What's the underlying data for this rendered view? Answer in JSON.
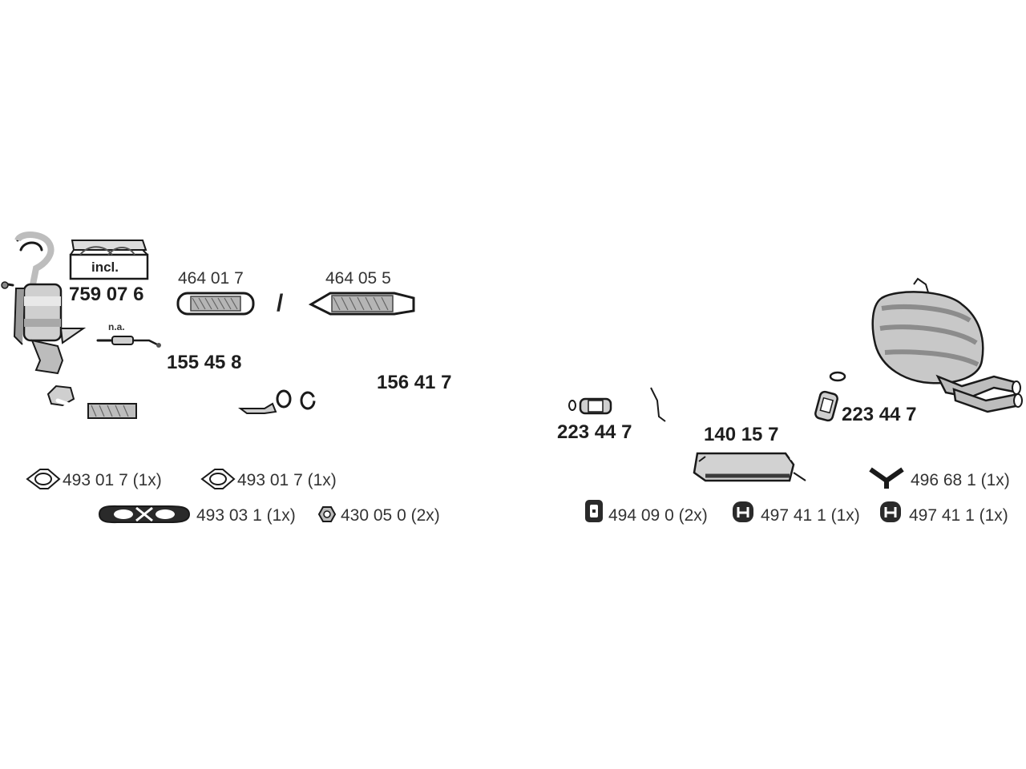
{
  "parts": {
    "kit_incl_label": "incl.",
    "kit_number": "759 07 6",
    "flex_pipe_a": "464 01 7",
    "separator": "/",
    "flex_pipe_b": "464 05 5",
    "sensor_note": "n.a.",
    "front_pipe": "155 45 8",
    "middle_pipe": "156 41 7",
    "clamp_front": "223 44 7",
    "middle_silencer": "140 15 7",
    "clamp_rear": "223 44 7"
  },
  "accessories": {
    "gasket_1": "493 01 7 (1x)",
    "gasket_2": "493 01 7 (1x)",
    "gasket_3": "493 03 1 (1x)",
    "nut": "430 05 0 (2x)",
    "rubber_mount_1": "494 09 0 (2x)",
    "rubber_mount_2": "497 41 1 (1x)",
    "rubber_mount_3": "497 41 1 (1x)",
    "bracket": "496 68 1 (1x)"
  }
}
